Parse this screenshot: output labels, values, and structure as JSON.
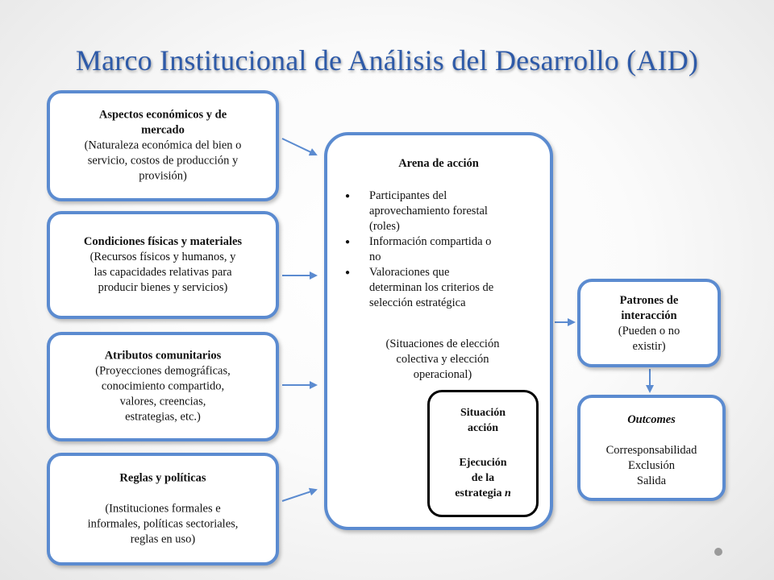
{
  "title": "Marco Institucional  de Análisis del Desarrollo (AID)",
  "boxes": {
    "economic": {
      "heading1": "Aspectos económicos y de",
      "heading2": "mercado",
      "body1": "(Naturaleza económica del bien o",
      "body2": "servicio, costos de producción y",
      "body3": "provisión)"
    },
    "physical": {
      "heading": "Condiciones físicas y materiales",
      "body1": "(Recursos físicos y humanos, y",
      "body2": "las capacidades relativas para",
      "body3": "producir bienes y servicios)"
    },
    "community": {
      "heading": "Atributos comunitarios",
      "body1": "(Proyecciones demográficas,",
      "body2": "conocimiento compartido,",
      "body3": "valores, creencias,",
      "body4": "estrategias, etc.)"
    },
    "rules": {
      "heading": "Reglas y políticas",
      "body1": "(Instituciones formales e",
      "body2": "informales, políticas sectoriales,",
      "body3": "reglas en uso)"
    }
  },
  "arena": {
    "heading": "Arena de acción",
    "items": [
      {
        "l1": "Participantes del",
        "l2": "aprovechamiento forestal",
        "l3": "(roles)"
      },
      {
        "l1": "Información compartida o",
        "l2": "no",
        "l3": ""
      },
      {
        "l1": "Valoraciones que",
        "l2": "determinan los criterios de",
        "l3": "selección estratégica"
      }
    ],
    "note1": "(Situaciones de elección",
    "note2": "colectiva y elección",
    "note3": "operacional)"
  },
  "situation": {
    "l1": "Situación",
    "l2": "acción",
    "l3": "Ejecución",
    "l4": "de la",
    "l5": "estrategia",
    "l5_italic": "n"
  },
  "patterns": {
    "heading1": "Patrones de",
    "heading2": "interacción",
    "body1": "(Pueden o no",
    "body2": "existir)"
  },
  "outcomes": {
    "heading": "Outcomes",
    "items": [
      "Corresponsabilidad",
      "Exclusión",
      "Salida"
    ]
  },
  "colors": {
    "box_border": "#5b8bd0",
    "title": "#2e5aa8",
    "arrow": "#5b8bd0"
  }
}
